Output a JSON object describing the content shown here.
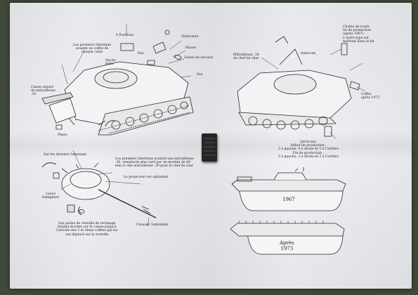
{
  "labels": {
    "positions": "4 Positions",
    "first_subframes": "Les premiers Isherman\navaient un coffre de\nchaque cotés",
    "silencieux": "Silencieux",
    "masse": "Masse",
    "galets": "Galets de secours",
    "hache": "Hache\nPelle",
    "feu_top": "Feu",
    "feu_right": "Feu",
    "canon": "Canon séparé\nde mitrailleuse\n.30",
    "phare": "Phare",
    "mitrailleuse": "Mitrailleuse .30\ndu chef de char",
    "chaine": "Chaîne de route\nfin de production\n(après 1967)\nL'autre type est\nmaîtrisé dans le kit",
    "intercom": "Intercom",
    "coffre": "Coffre\naprès 1973",
    "jerrycans": "Jerrycans\nDébut de production :\n3 à gauche, 4 à droite et 3 à l'arrière\nFin de production :\n3 à gauche, 3 à droite et 3 à l'arrière",
    "derniers": "Sur les derniers Isherman",
    "premiers_mitrailleuse": "Les premiers Isherman avaient une mitrailleuse\n.50, remplacée plus tard par un mortier de 60\nmm et une mitrailleuse .30 pour le chef de char",
    "projecteur": "Le projecteur est optionnel",
    "lance": "Lance\nfumigènes",
    "patins": "Les patins de chenille de rechange\nétaient stockés sur le caisse jusqu'à\nl'arrivée des 3 et 4ème coffres qui les\nont déplacé sur la tourelle",
    "creuser": "Creuser l'extrémité",
    "year_1967": "1967",
    "year_1973": "Après\n1973"
  },
  "colors": {
    "paper": "#eef0f3",
    "background": "#3f4a3a",
    "ink": "#222222",
    "part": "#262626"
  }
}
